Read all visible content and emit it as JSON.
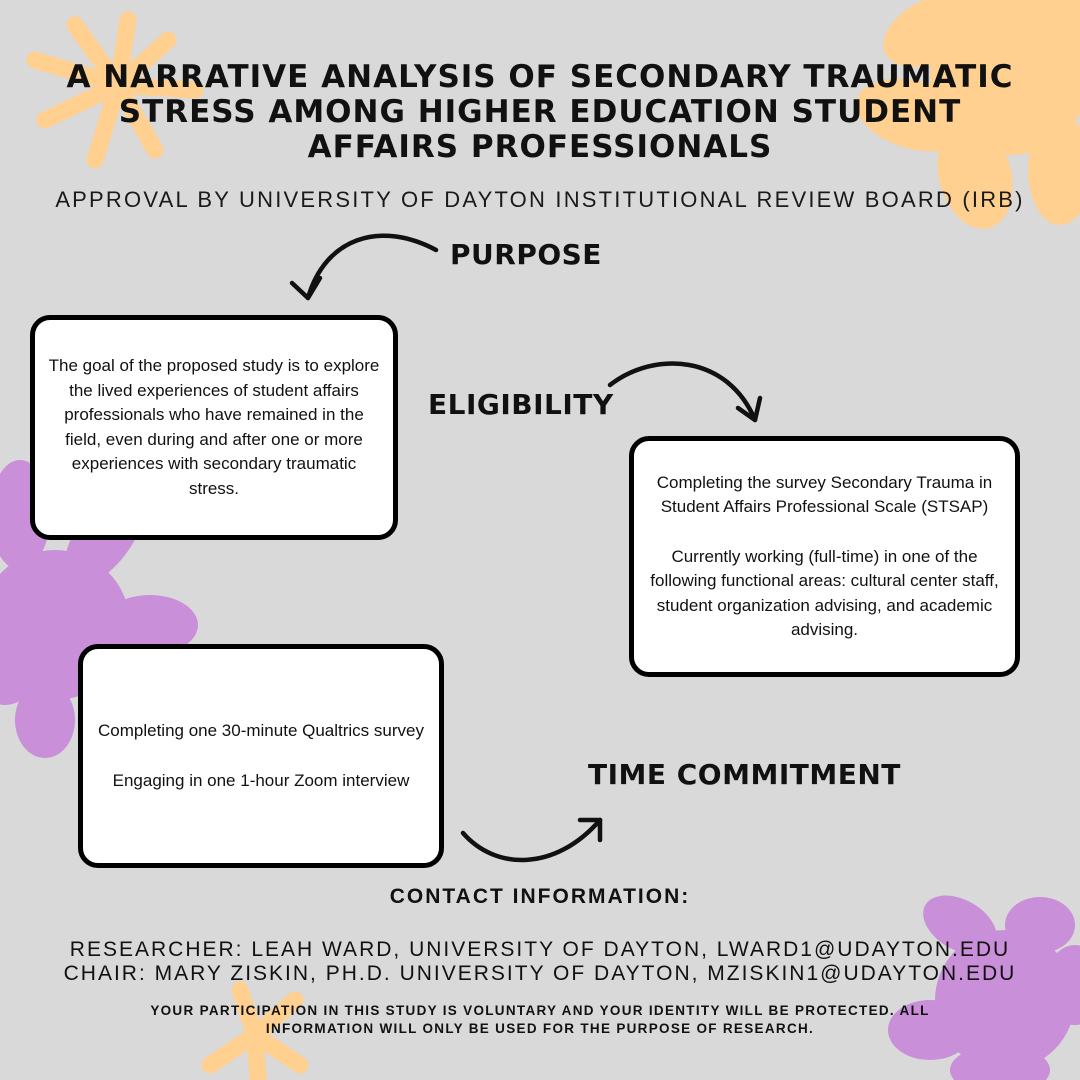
{
  "title": "A Narrative Analysis of Secondary Traumatic Stress Among Higher Education Student Affairs Professionals",
  "approval": "APPROVAL BY UNIVERSITY OF DAYTON INSTITUTIONAL REVIEW BOARD (IRB)",
  "labels": {
    "purpose": "PURPOSE",
    "eligibility": "ELIGIBILITY",
    "time_commitment": "TIME COMMITMENT"
  },
  "purpose_box": {
    "text": "The goal of the proposed study is to explore the lived experiences of student affairs professionals who have remained in the field, even during and after one or more experiences with secondary traumatic stress."
  },
  "eligibility_box": {
    "line1": "Completing the survey Secondary Trauma in Student Affairs Professional Scale (STSAP)",
    "line2": "Currently working (full-time) in one of the following functional areas: cultural center staff, student organization advising, and academic advising."
  },
  "time_box": {
    "line1": "Completing one 30-minute Qualtrics survey",
    "line2": "Engaging in one 1-hour Zoom interview"
  },
  "contact": {
    "heading": "CONTACT INFORMATION:",
    "researcher": "RESEARCHER: LEAH WARD, UNIVERSITY OF DAYTON, LWARD1@UDAYTON.EDU",
    "chair": "CHAIR: MARY ZISKIN, PH.D. UNIVERSITY OF DAYTON, MZISKIN1@UDAYTON.EDU"
  },
  "note": "Your participation in this study is voluntary and your identity will be protected. All information will only be used for the purpose of research.",
  "colors": {
    "background": "#d9d9d9",
    "peach": "#ffd08f",
    "lavender": "#c98fd8"
  }
}
